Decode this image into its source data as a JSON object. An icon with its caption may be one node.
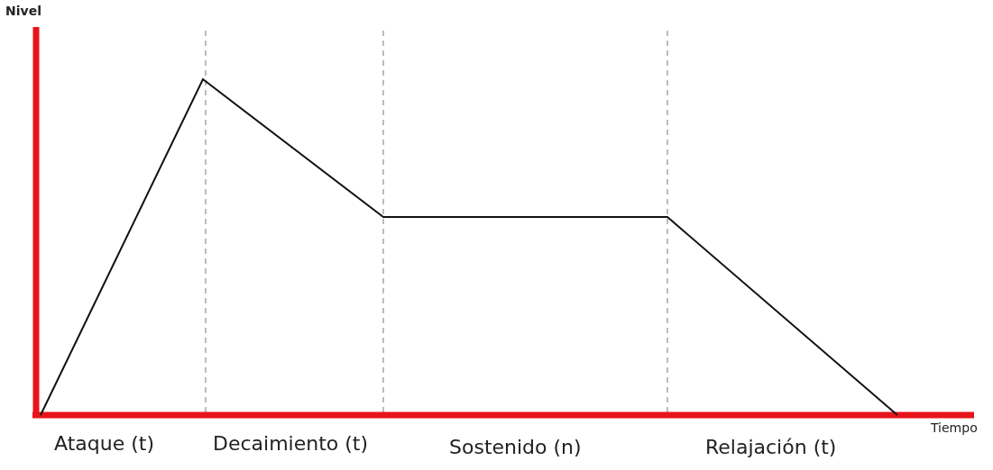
{
  "diagram": {
    "labels": [
      "Nivel",
      "Ataque (t)",
      "Decaimiento (t)",
      "Sostenido (n)",
      "Relajación (t)",
      "Tiempo"
    ]
  }
}
